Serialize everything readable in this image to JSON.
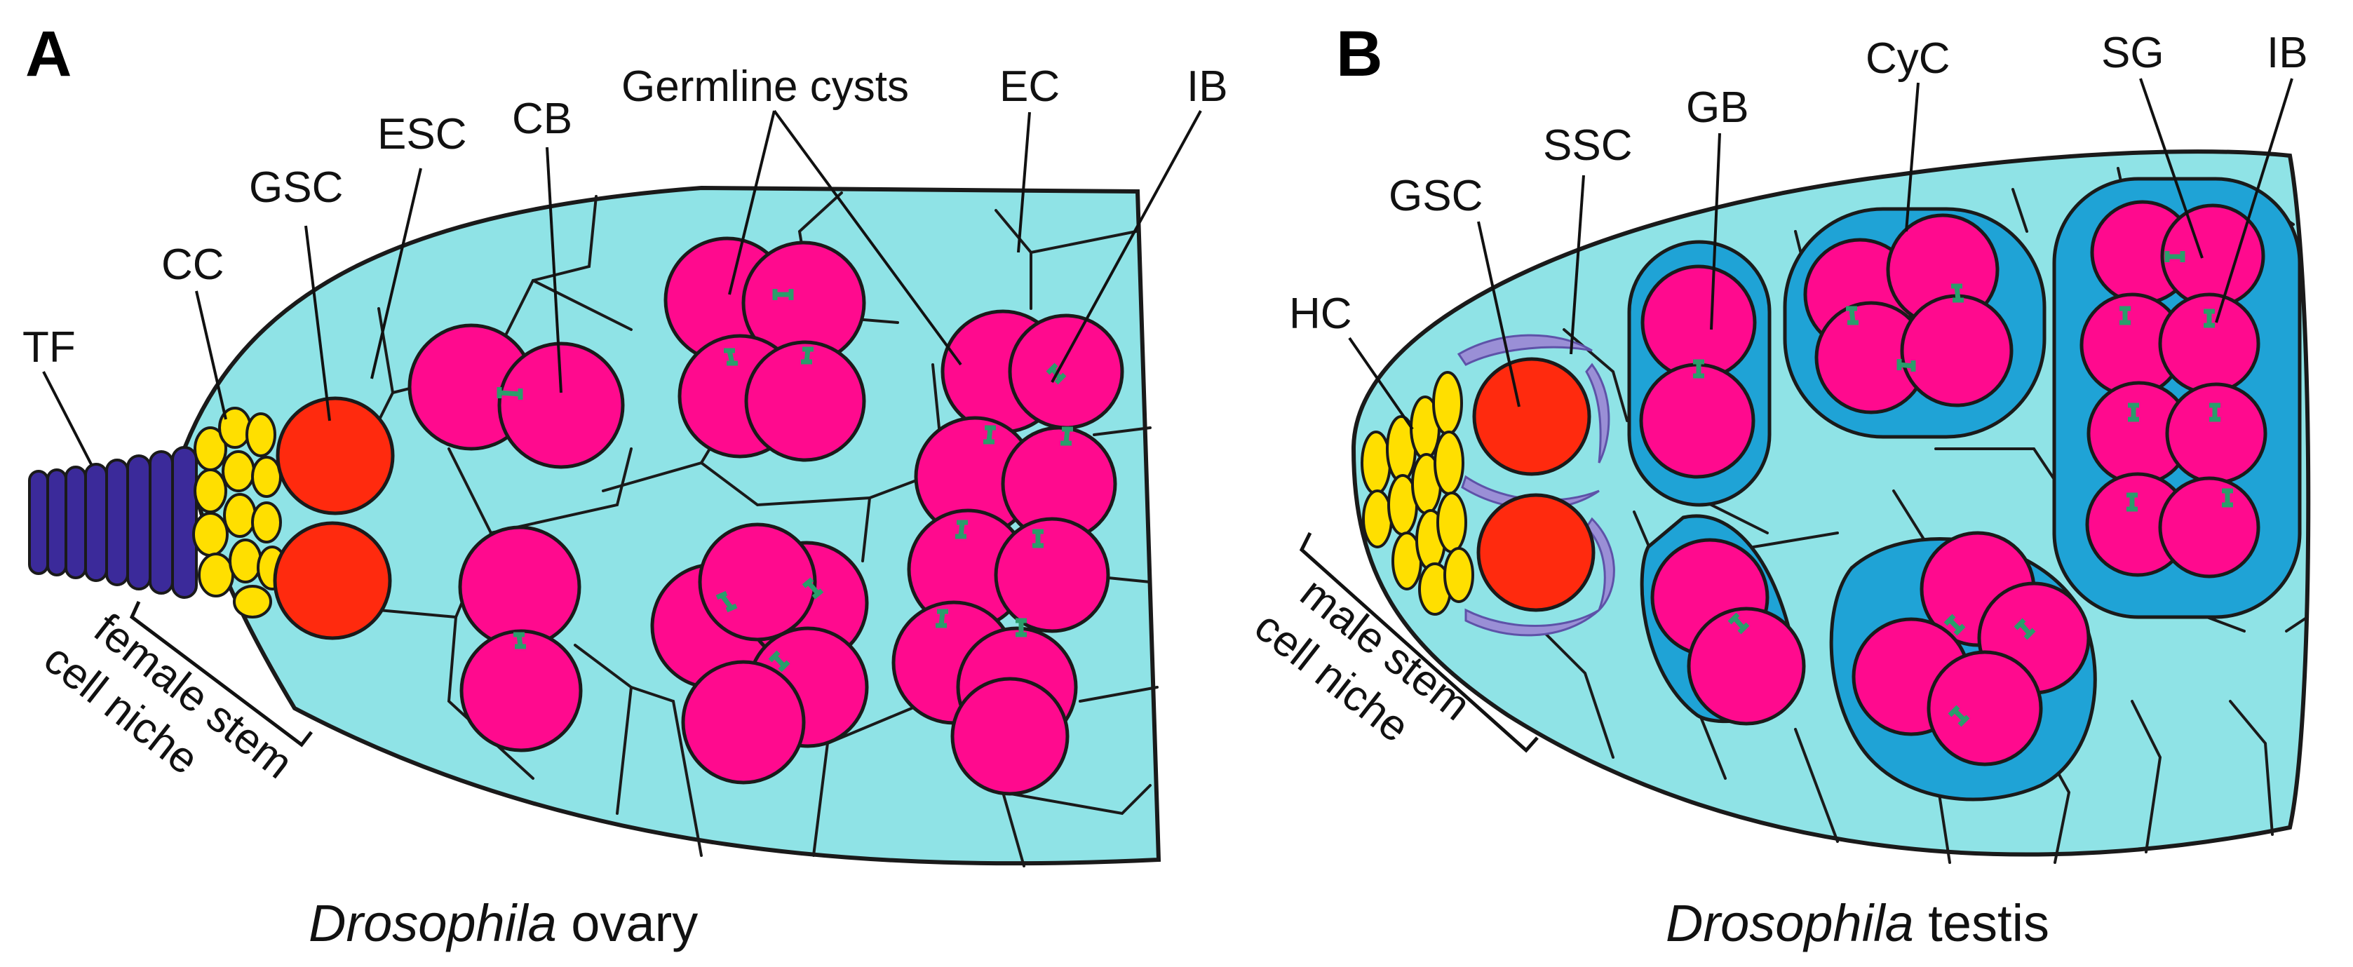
{
  "panel_a": {
    "letter": "A",
    "labels": {
      "tf": "TF",
      "cc": "CC",
      "gsc": "GSC",
      "esc": "ESC",
      "cb": "CB",
      "germline_cysts": "Germline cysts",
      "ec": "EC",
      "ib": "IB"
    },
    "niche_line1": "female stem",
    "niche_line2": "cell niche",
    "caption_italic": "Drosophila",
    "caption_rest": " ovary"
  },
  "panel_b": {
    "letter": "B",
    "labels": {
      "hc": "HC",
      "gsc": "GSC",
      "ssc": "SSC",
      "gb": "GB",
      "cyc": "CyC",
      "sg": "SG",
      "ib": "IB"
    },
    "niche_line1": "male stem",
    "niche_line2": "cell niche",
    "caption_italic": "Drosophila",
    "caption_rest": " testis"
  },
  "colors": {
    "tissue": "#8fe3e6",
    "cyst_cell": "#1fa3d6",
    "germ_cell": "#ff0a8e",
    "stem_cell": "#ff2a0e",
    "cap_hub_cell": "#ffdf00",
    "terminal_filament": "#3b2a9a",
    "somatic_stem_cell": "#9a8fd6",
    "fusome_bridge": "#2a9d6b",
    "outline": "#1a1a1a"
  }
}
